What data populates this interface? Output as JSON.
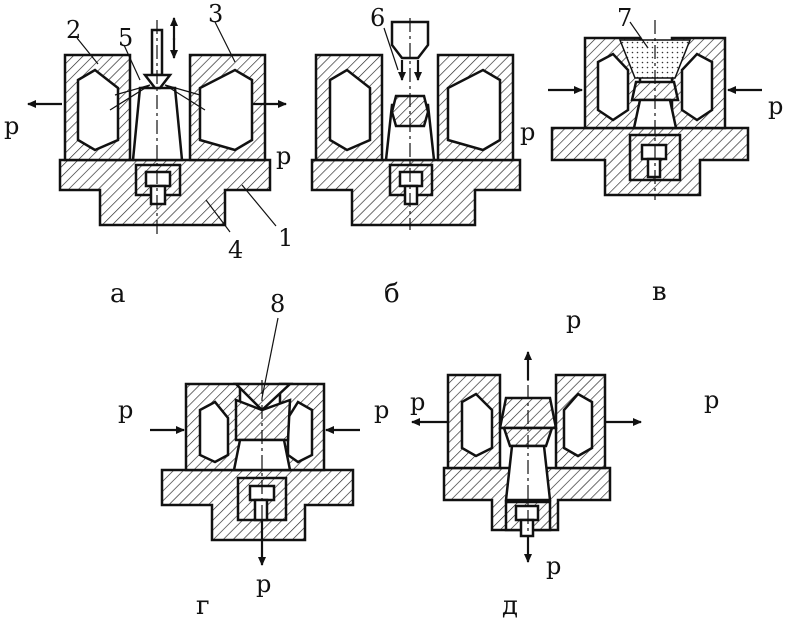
{
  "labels": {
    "n1": "1",
    "n2": "2",
    "n3": "3",
    "n4": "4",
    "n5": "5",
    "n6": "6",
    "n7": "7",
    "n8": "8"
  },
  "captions": {
    "a": "а",
    "b": "б",
    "v": "в",
    "g": "г",
    "d": "д"
  },
  "pressure": "p"
}
